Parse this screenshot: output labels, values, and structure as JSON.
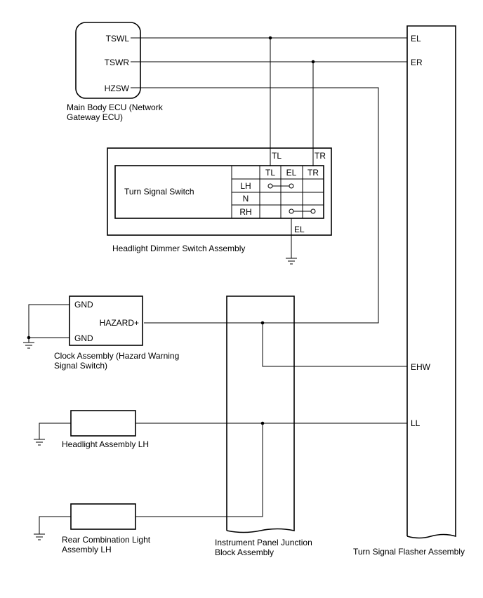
{
  "ecu": {
    "pins": [
      "TSWL",
      "TSWR",
      "HZSW"
    ],
    "caption_line1": "Main Body ECU (Network",
    "caption_line2": "Gateway ECU)"
  },
  "dimmer": {
    "top_labels": [
      "TL",
      "TR"
    ],
    "switch_label": "Turn  Signal Switch",
    "col_headers": [
      "TL",
      "EL",
      "TR"
    ],
    "rows": [
      "LH",
      "N",
      "RH"
    ],
    "bottom_label": "EL",
    "caption": "Headlight Dimmer Switch Assembly"
  },
  "clock": {
    "pins": [
      "GND",
      "HAZARD+",
      "GND"
    ],
    "caption_line1": "Clock Assembly (Hazard Warning",
    "caption_line2": "Signal Switch)"
  },
  "headlight": {
    "caption": "Headlight Assembly LH"
  },
  "rear": {
    "caption_line1": "Rear Combination Light",
    "caption_line2": "Assembly LH"
  },
  "junction": {
    "caption_line1": "Instrument Panel Junction",
    "caption_line2": "Block Assembly"
  },
  "flasher": {
    "pins": [
      "EL",
      "ER",
      "EHW",
      "LL"
    ],
    "caption": "Turn Signal Flasher Assembly"
  }
}
